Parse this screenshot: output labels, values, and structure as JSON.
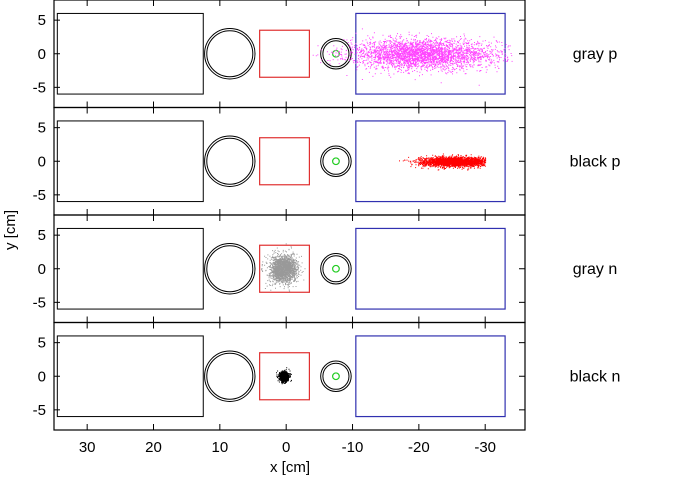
{
  "chart_data": {
    "type": "scatter",
    "xlabel": "x [cm]",
    "ylabel": "y [cm]",
    "x_reversed": true,
    "xlim": [
      35,
      -36
    ],
    "ylim": [
      -8,
      8
    ],
    "x_ticks": [
      30,
      20,
      10,
      0,
      -10,
      -20,
      -30
    ],
    "x_tick_labels": [
      "30",
      "20",
      "10",
      "0",
      "-10",
      "-20",
      "-30"
    ],
    "y_ticks": [
      5,
      0,
      -5
    ],
    "y_tick_labels": [
      "5",
      "0",
      "-5"
    ],
    "grid": false,
    "colors": {
      "frame": "#000000",
      "target_box": "#e03030",
      "detector_box": "#3030b0",
      "ring": "#000000",
      "spot": "#22cc22",
      "gray_p": "#ff44ff",
      "black_p": "#ff0000",
      "gray_n": "#999999",
      "black_n": "#000000"
    },
    "outline": {
      "left_box": {
        "x": [
          34.5,
          12.5
        ],
        "y": [
          -6,
          6
        ]
      },
      "big_circle": {
        "cx": 8.5,
        "cy": 0,
        "r": 3.8
      },
      "red_box": {
        "x": [
          4,
          -3.5
        ],
        "y": [
          -3.5,
          3.5
        ]
      },
      "small_circle": {
        "cx": -7.5,
        "cy": 0,
        "r": 2.3
      },
      "green_spot": {
        "cx": -7.5,
        "cy": 0,
        "r": 0.5
      },
      "blue_box": {
        "x": [
          -10.5,
          -33
        ],
        "y": [
          -6,
          6
        ]
      }
    },
    "panels": [
      {
        "name": "gray p",
        "cloud": {
          "cx": -20.5,
          "cy": 0,
          "sx": 5.5,
          "sy": 1.1,
          "xmin": -34,
          "xmax": -4,
          "n": 3200,
          "color_key": "gray_p"
        }
      },
      {
        "name": "black p",
        "cloud": {
          "cx": -25.5,
          "cy": 0,
          "sx": 2.6,
          "sy": 0.35,
          "xmin": -30,
          "xmax": -17,
          "n": 2600,
          "color_key": "black_p"
        }
      },
      {
        "name": "gray n",
        "cloud": {
          "cx": 0.5,
          "cy": 0,
          "sx": 1.0,
          "sy": 1.0,
          "xmin": -3,
          "xmax": 4,
          "n": 1800,
          "color_key": "gray_n"
        }
      },
      {
        "name": "black n",
        "cloud": {
          "cx": 0.4,
          "cy": 0,
          "sx": 0.35,
          "sy": 0.35,
          "xmin": -1.5,
          "xmax": 2,
          "n": 900,
          "color_key": "black_n"
        }
      }
    ]
  }
}
